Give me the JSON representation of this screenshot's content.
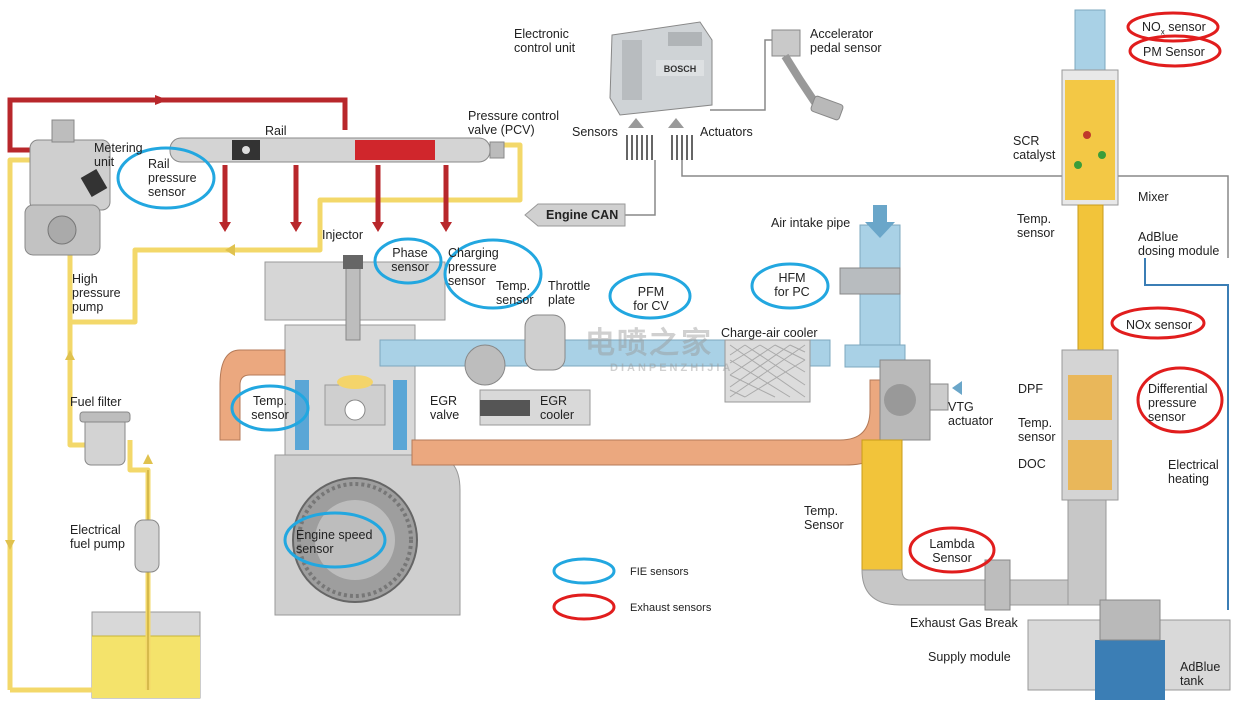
{
  "colors": {
    "fuel_yellow": "#f3d86a",
    "high_pressure_red": "#c8262a",
    "pipe_orange": "#eba87f",
    "intake_blue": "#a9d1e6",
    "adblue_blue": "#3b7eb5",
    "fie_circle": "#22a7e0",
    "exhaust_circle": "#e11d1d"
  },
  "icons": [
    "bosch-ecu-icon",
    "accelerator-pedal-icon",
    "fuel-filter-icon",
    "fuel-pump-icon",
    "injector-icon",
    "turbocharger-icon",
    "scr-catalyst-icon",
    "dpf-icon",
    "adblue-tank-icon"
  ],
  "labels": {
    "ecu": "Electronic\ncontrol unit",
    "ecu_brand": "BOSCH",
    "accelerator": "Accelerator\npedal sensor",
    "sensors": "Sensors",
    "actuators": "Actuators",
    "engine_can": "Engine CAN",
    "metering_unit": "Metering\nunit",
    "rail": "Rail",
    "pcv": "Pressure control\nvalve (PCV)",
    "rail_pressure_sensor": "Rail\npressure\nsensor",
    "injector": "Injector",
    "phase_sensor": "Phase\nsensor",
    "charging_pressure_sensor": "Charging\npressure\nsensor",
    "temp_sensor_intake": "Temp.\nsensor",
    "throttle_plate": "Throttle\nplate",
    "pfm_for_cv": "PFM\nfor CV",
    "air_intake_pipe": "Air intake pipe",
    "hfm_for_pc": "HFM\nfor PC",
    "charge_air_cooler": "Charge-air cooler",
    "high_pressure_pump": "High\npressure\npump",
    "temp_sensor_engine": "Temp.\nsensor",
    "egr_valve": "EGR\nvalve",
    "egr_cooler": "EGR\ncooler",
    "vtg_actuator": "VTG\nactuator",
    "fuel_filter": "Fuel filter",
    "electrical_fuel_pump": "Electrical\nfuel pump",
    "engine_speed_sensor": "Engine speed\nsensor",
    "temp_sensor_turbo": "Temp.\nSensor",
    "lambda_sensor": "Lambda\nSensor",
    "exhaust_gas_break": "Exhaust Gas Break",
    "supply_module": "Supply module",
    "adblue_tank": "AdBlue\ntank",
    "nox_sensor_top_prefix": "NO",
    "nox_sensor_top_sub": "x",
    "nox_sensor_top_suffix": " sensor",
    "pm_sensor": "PM Sensor",
    "scr_catalyst": "SCR\ncatalyst",
    "mixer": "Mixer",
    "temp_sensor_scr": "Temp.\nsensor",
    "adblue_dosing": "AdBlue\ndosing module",
    "nox_sensor_mid": "NOx sensor",
    "dpf": "DPF",
    "differential_pressure": "Differential\npressure\nsensor",
    "temp_sensor_dpf": "Temp.\nsensor",
    "doc": "DOC",
    "electrical_heating": "Electrical\nheating",
    "watermark_cn": "电喷之家",
    "watermark_en": "DIANPENZHIJIA"
  },
  "legend": {
    "fie": "FIE sensors",
    "exhaust": "Exhaust sensors"
  }
}
